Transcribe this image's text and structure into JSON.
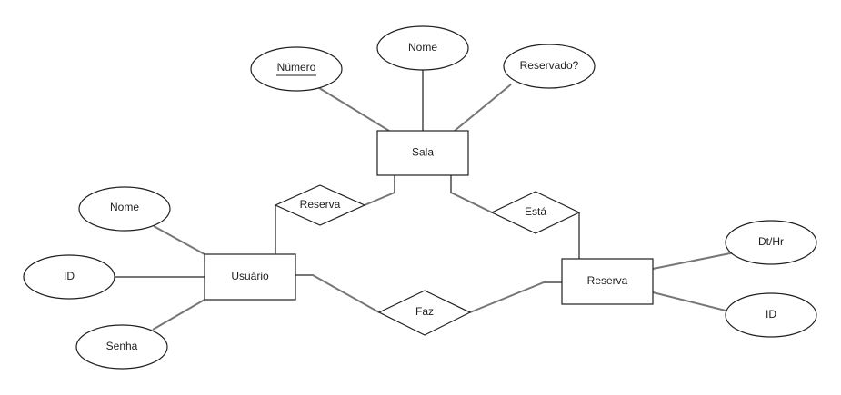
{
  "entities": {
    "sala": "Sala",
    "usuario": "Usuário",
    "reserva": "Reserva"
  },
  "relationships": {
    "reserva": "Reserva",
    "esta": "Está",
    "faz": "Faz"
  },
  "attributes": {
    "sala_numero": "Número",
    "sala_nome": "Nome",
    "sala_reservado": "Reservado?",
    "usuario_nome": "Nome",
    "usuario_id": "ID",
    "usuario_senha": "Senha",
    "reserva_dthr": "Dt/Hr",
    "reserva_id": "ID"
  }
}
